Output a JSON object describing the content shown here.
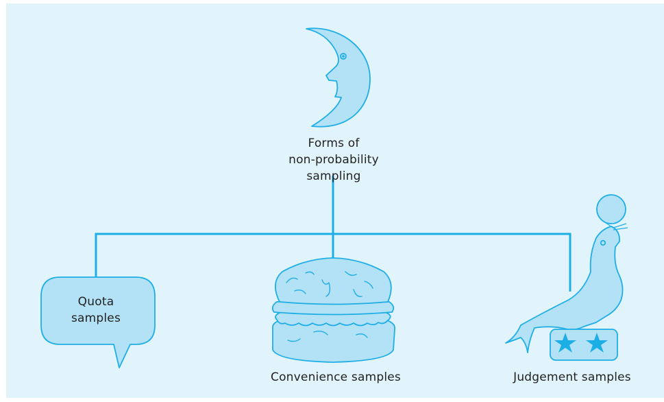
{
  "root": {
    "line1": "Forms of",
    "line2": "non-probability sampling"
  },
  "branches": [
    {
      "label_line1": "Quota",
      "label_line2": "samples",
      "icon": "speech-bubble-icon"
    },
    {
      "label": "Convenience samples",
      "icon": "burger-icon"
    },
    {
      "label": "Judgement samples",
      "icon": "performing-seal-icon"
    }
  ],
  "root_icon": "crescent-moon-face-icon",
  "colors": {
    "background": "#e1f3fb",
    "line": "#1eaee6",
    "fill": "#b3e1f6",
    "text": "#222222"
  }
}
